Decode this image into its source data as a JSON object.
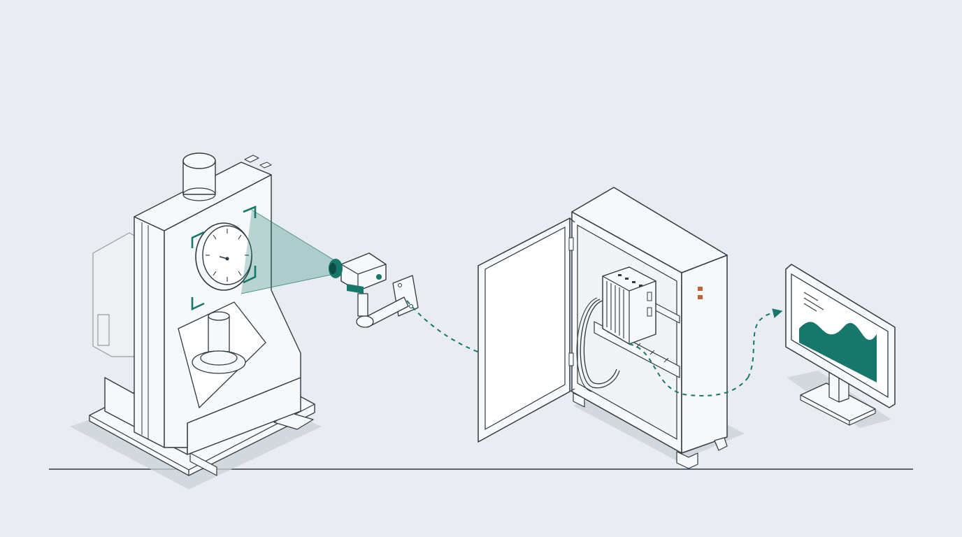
{
  "colors": {
    "background": "#e9edf1",
    "line": "#2f3a40",
    "accent": "#16776a",
    "accent_light": "#bfe0da",
    "shadow": "#c9d0d6",
    "panel_fill": "#f6f8f9",
    "indicator": "#c0623a"
  },
  "components": [
    {
      "name": "hydraulic-press",
      "icon": "press-machine-icon",
      "has_gauge": true
    },
    {
      "name": "inspection-camera",
      "icon": "camera-icon",
      "viewing": "pressure-gauge"
    },
    {
      "name": "control-cabinet",
      "icon": "electrical-cabinet-icon",
      "door": "open",
      "contains": "plc-module"
    },
    {
      "name": "monitor",
      "icon": "monitor-icon",
      "shows": "area-chart"
    }
  ],
  "connections": [
    {
      "from": "inspection-camera",
      "to": "control-cabinet",
      "style": "dashed"
    },
    {
      "from": "control-cabinet",
      "to": "monitor",
      "style": "dashed-arrow"
    }
  ]
}
